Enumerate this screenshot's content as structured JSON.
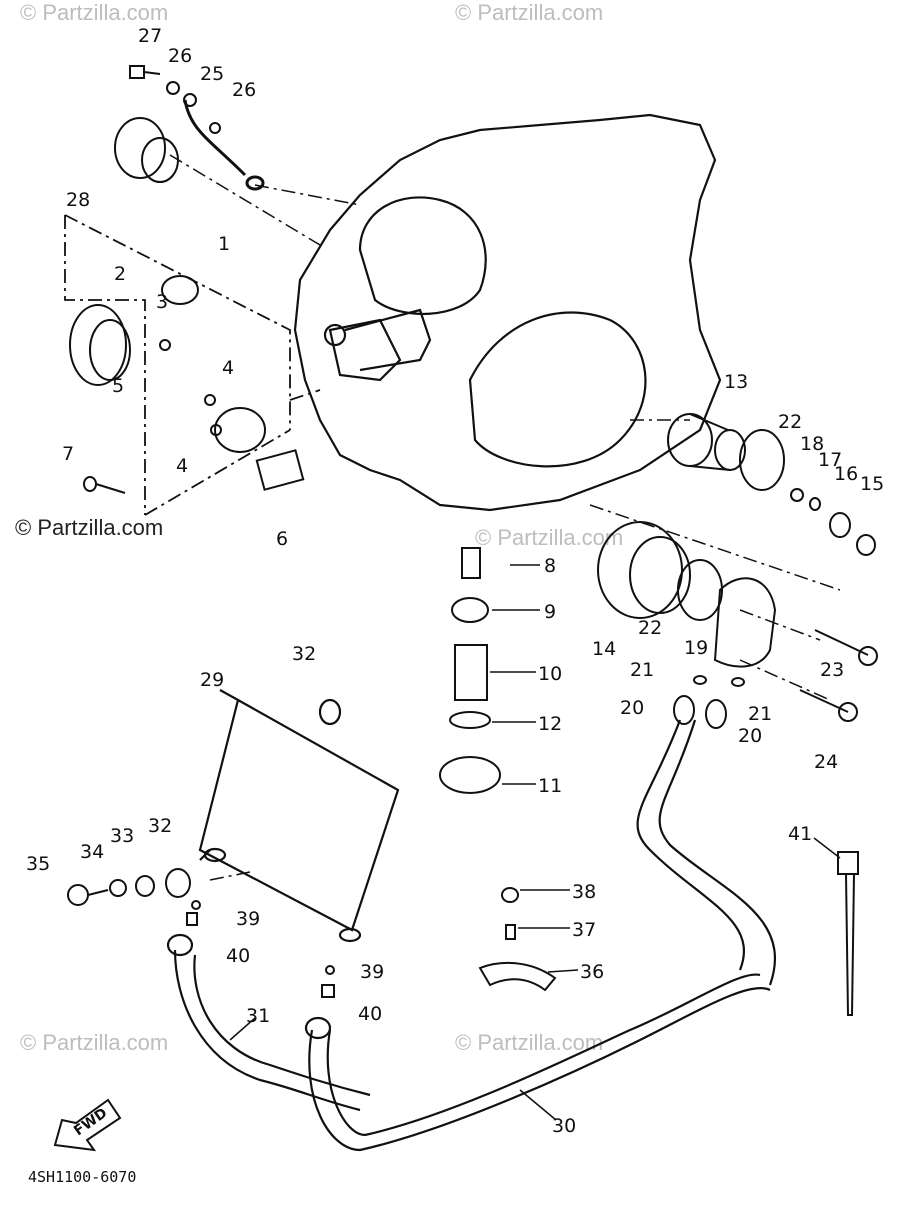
{
  "diagram": {
    "code": "4SH1100-6070",
    "fwd_label": "FWD",
    "watermarks": [
      "© Partzilla.com",
      "© Partzilla.com",
      "© Partzilla.com",
      "© Partzilla.com",
      "© Partzilla.com"
    ],
    "callouts": [
      "27",
      "26",
      "25",
      "26",
      "28",
      "1",
      "2",
      "3",
      "4",
      "5",
      "4",
      "7",
      "6",
      "13",
      "22",
      "18",
      "17",
      "16",
      "15",
      "8",
      "9",
      "10",
      "12",
      "11",
      "14",
      "22",
      "19",
      "23",
      "21",
      "21",
      "20",
      "20",
      "24",
      "29",
      "32",
      "32",
      "33",
      "34",
      "35",
      "39",
      "40",
      "39",
      "40",
      "31",
      "30",
      "38",
      "37",
      "36",
      "41"
    ]
  }
}
